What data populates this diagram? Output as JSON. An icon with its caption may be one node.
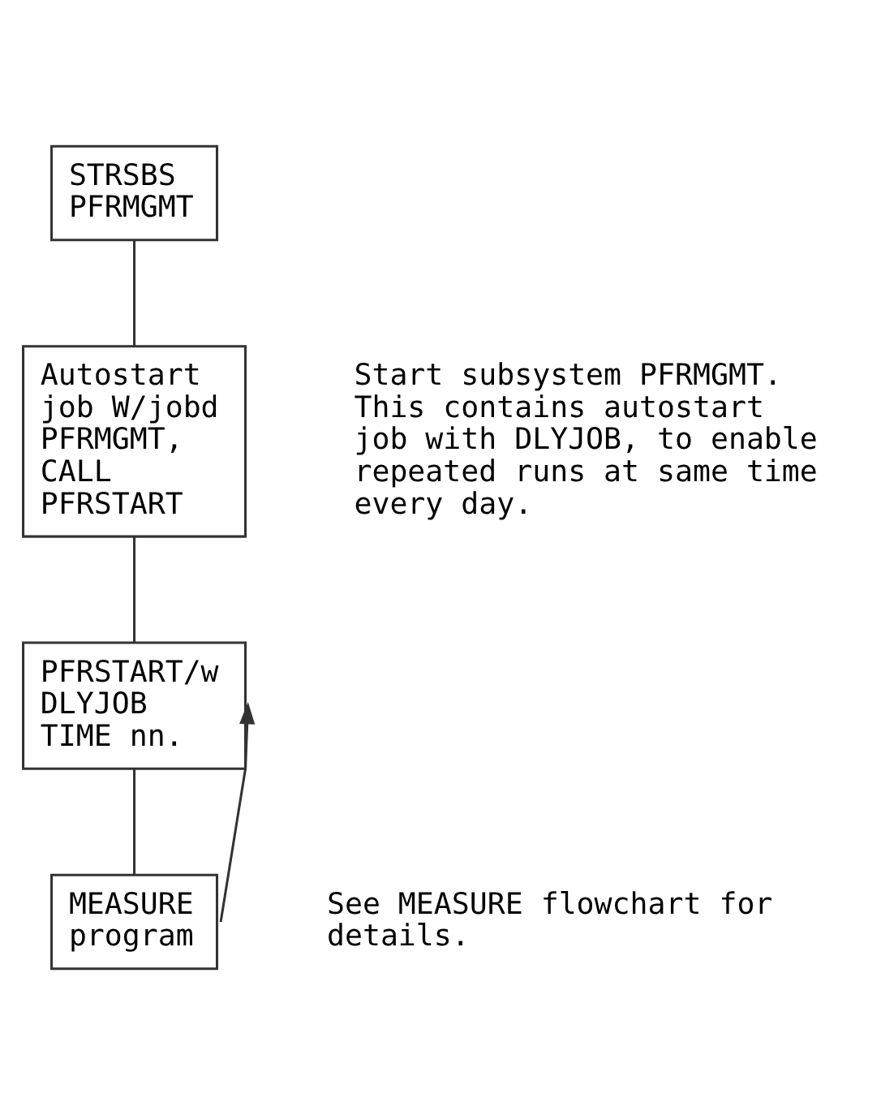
{
  "diagram": {
    "nodes": [
      {
        "text": [
          "STRSBS PFRMGMT"
        ]
      },
      {
        "text": [
          "Autostart job W/jobd PFRMGMT, CALL PFRSTART"
        ],
        "beside": [
          "Start subsystem PFRMGMT. This contains autostart job with DLYJOB, to enable repeated runs at same time every day."
        ]
      },
      {
        "text": [
          "PFRSTART/w DLYJOB TIME nn."
        ]
      },
      {
        "text": [
          "MEASURE program"
        ],
        "beside": [
          "See MEASURE flowchart for details."
        ]
      }
    ],
    "edges": [
      {
        "from": 0,
        "to": 1,
        "arrow": "none"
      },
      {
        "from": 1,
        "to": 2,
        "arrow": "none"
      },
      {
        "from": 2,
        "to": 3,
        "arrow": "none"
      },
      {
        "from": 3,
        "to": 2,
        "arrow": "to"
      }
    ]
  }
}
